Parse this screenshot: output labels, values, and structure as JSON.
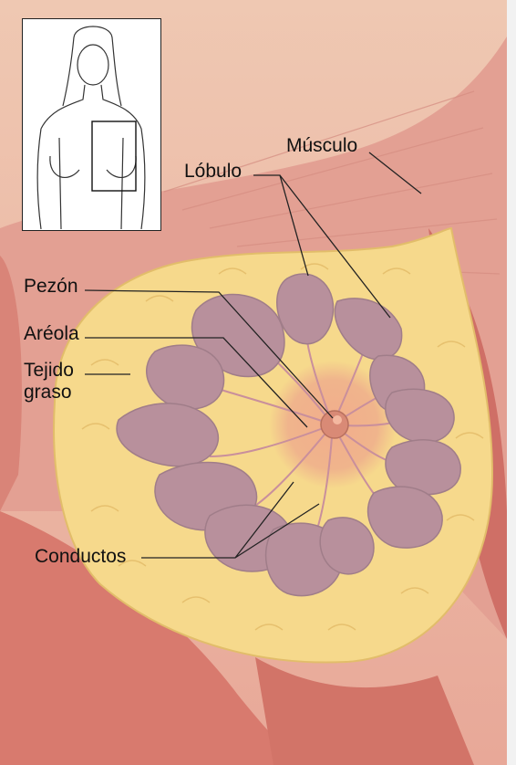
{
  "labels": {
    "musculo": "Músculo",
    "lobulo": "Lóbulo",
    "pezon": "Pezón",
    "areola": "Aréola",
    "tejido_line1": "Tejido",
    "tejido_line2": "graso",
    "conductos": "Conductos"
  },
  "colors": {
    "muscle_light": "#e89a8c",
    "muscle_dark": "#cf6f66",
    "fat": "#f6d98c",
    "lobule": "#b8909c",
    "areola": "#efa188",
    "nipple": "#d98a76",
    "skin_background": "#ebb7a3"
  }
}
